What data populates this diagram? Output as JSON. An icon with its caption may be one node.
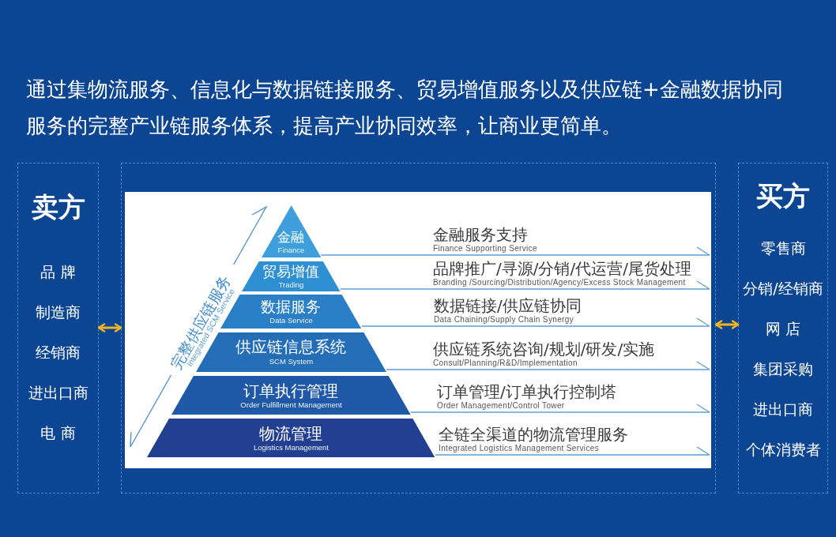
{
  "diagram": {
    "title": "通过集物流服务、信息化与数据链接服务、贸易增值服务以及供应链+金融数据协同服务的完整产业链服务体系，提高产业协同效率，让商业更简单。",
    "nodes": [
      {
        "text": [
          "卖方",
          "品 牌",
          "制造商",
          "经销商",
          "进出口商",
          "电 商"
        ]
      },
      {
        "text": [],
        "shape": "box"
      },
      {
        "text": [
          "买方",
          "零售商",
          "分销/经销商",
          "网 店",
          "集团采购",
          "进出口商",
          "个体消费者"
        ]
      },
      {
        "text": [
          "金融",
          "Finance"
        ],
        "in": 1,
        "beside": [
          "金融服务支持",
          "Finance Supporting Service"
        ]
      },
      {
        "text": [
          "贸易增值",
          "Trading"
        ],
        "in": 1,
        "beside": [
          "品牌推广/寻源/分销/代运营/尾货处理",
          "Branding /Sourcing/Distribution/Agency/Excess Stock Management"
        ]
      },
      {
        "text": [
          "数据服务",
          "Data Service"
        ],
        "in": 1,
        "beside": [
          "数据链接/供应链协同",
          "Data Chaining/Supply Chain Synergy"
        ]
      },
      {
        "text": [
          "供应链信息系统",
          "SCM System"
        ],
        "in": 1,
        "beside": [
          "供应链系统咨询/规划/研发/实施",
          "Consult/Planning/R&D/Implementation"
        ]
      },
      {
        "text": [
          "订单执行管理",
          "Order Fulfillment Management"
        ],
        "in": 1,
        "beside": [
          "订单管理/订单执行控制塔",
          "Order Management/Control Tower"
        ]
      },
      {
        "text": [
          "物流管理",
          "Logistics Management"
        ],
        "in": 1,
        "beside": [
          "全链全渠道的物流管理服务",
          "Integrated Logistics Management Services"
        ]
      }
    ],
    "edges": [
      {
        "from": 0,
        "to": 1,
        "arrow": "both",
        "style": "thick",
        "color": "#f2b520"
      },
      {
        "from": 1,
        "to": 2,
        "arrow": "both",
        "style": "thick",
        "color": "#f2b520"
      },
      {
        "from": 3,
        "to": null,
        "arrow": "other"
      },
      {
        "from": 4,
        "to": null,
        "arrow": "other"
      },
      {
        "from": 5,
        "to": null,
        "arrow": "other"
      },
      {
        "from": 6,
        "to": null,
        "arrow": "other"
      },
      {
        "from": 7,
        "to": null,
        "arrow": "other"
      },
      {
        "from": 8,
        "to": null,
        "arrow": "other"
      }
    ],
    "labels": [
      "完整供应链服务",
      "Integrated SCM Service"
    ]
  }
}
